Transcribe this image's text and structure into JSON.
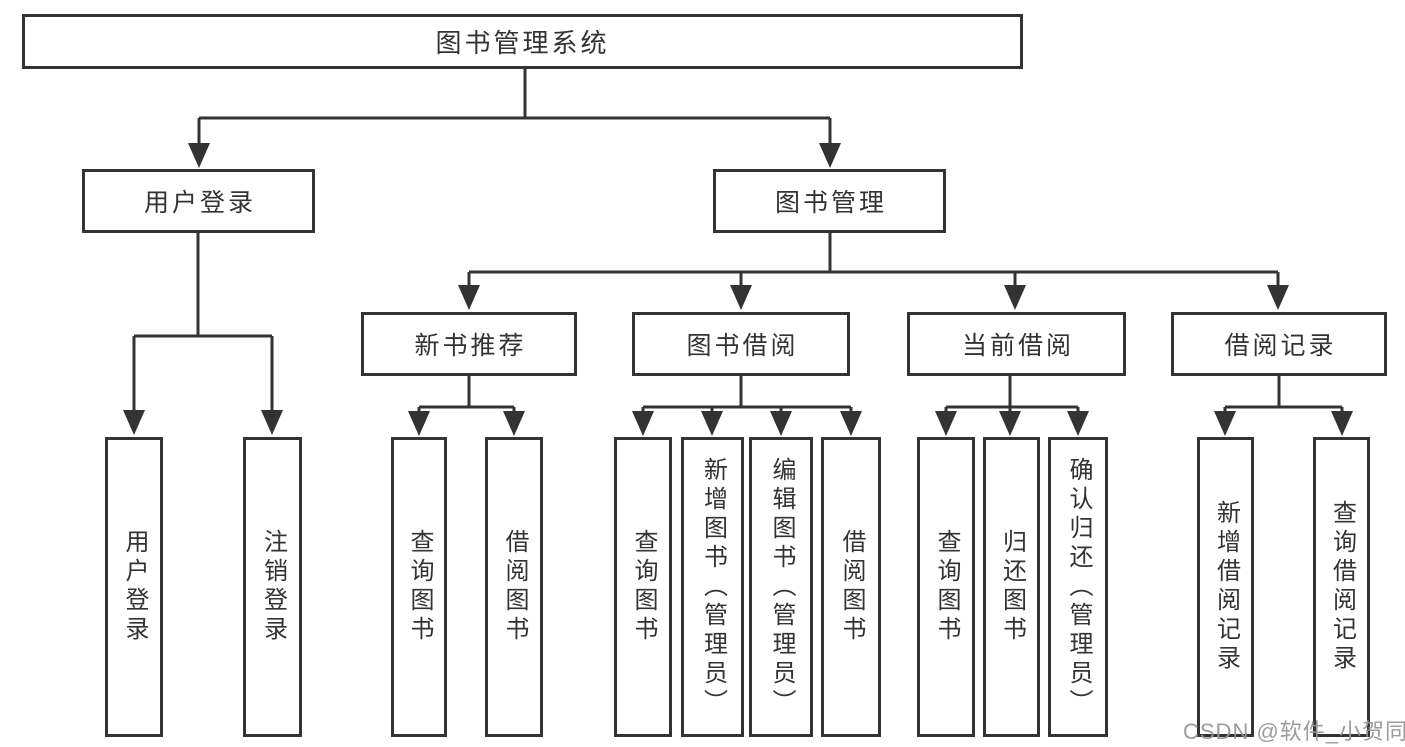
{
  "diagram": {
    "root": {
      "label": "图书管理系统"
    },
    "level2": [
      {
        "label": "用户登录"
      },
      {
        "label": "图书管理"
      }
    ],
    "level3": [
      {
        "label": "新书推荐"
      },
      {
        "label": "图书借阅"
      },
      {
        "label": "当前借阅"
      },
      {
        "label": "借阅记录"
      }
    ],
    "leaves": {
      "user_login": [
        "用户登录",
        "注销登录"
      ],
      "new_books": [
        "查询图书",
        "借阅图书"
      ],
      "book_borrow": [
        "查询图书",
        "新增图书（管理员）",
        "编辑图书（管理员）",
        "借阅图书"
      ],
      "current_borrow": [
        "查询图书",
        "归还图书",
        "确认归还（管理员）"
      ],
      "borrow_records": [
        "新增借阅记录",
        "查询借阅记录"
      ]
    }
  },
  "watermark": {
    "text": "CSDN @软件_小贺同学"
  },
  "colors": {
    "line": "#333333",
    "box_background": "#ffffff",
    "watermark": "#949494"
  }
}
